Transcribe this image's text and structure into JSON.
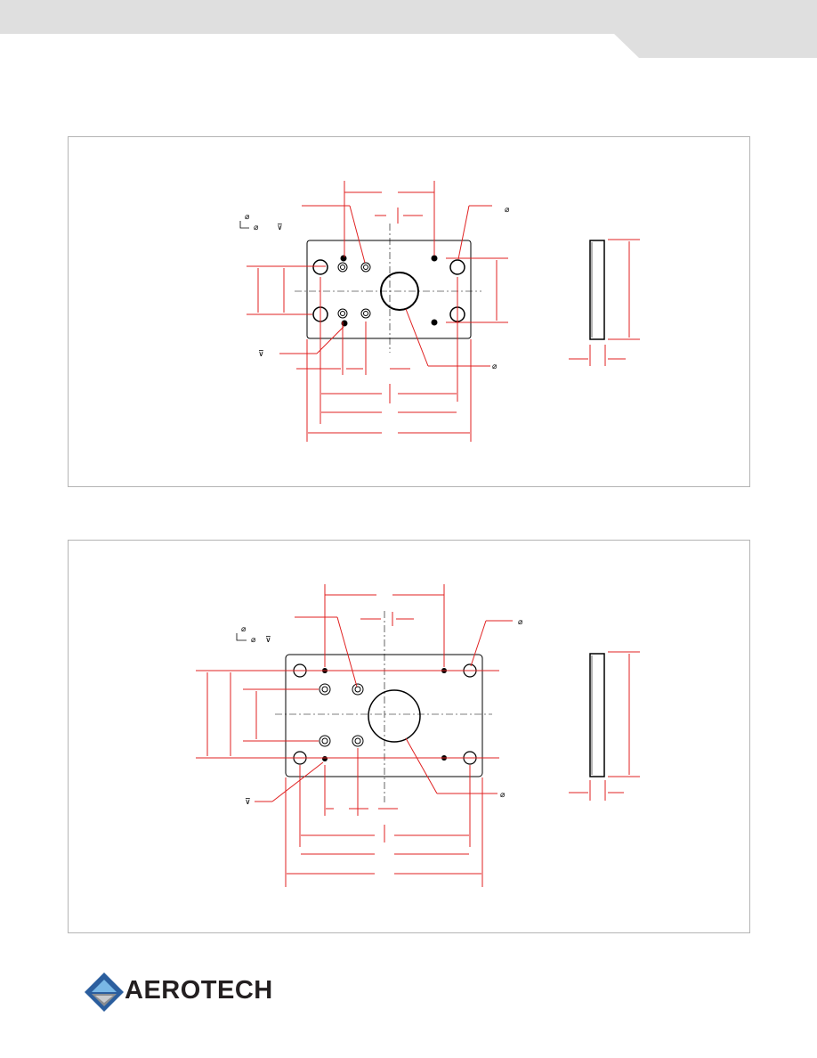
{
  "header": {
    "band_color": "#dfdfdf"
  },
  "colors": {
    "dimension": "#e02020",
    "geometry": "#000000",
    "frame": "#b4b4b4"
  },
  "drawings": [
    {
      "name": "top-plate-drawing",
      "view_front": "front-view",
      "view_side": "side-view"
    },
    {
      "name": "bottom-plate-drawing",
      "view_front": "front-view",
      "view_side": "side-view"
    }
  ],
  "logo": {
    "text": "AEROTECH",
    "icon": "aerotech-diamond-icon"
  }
}
